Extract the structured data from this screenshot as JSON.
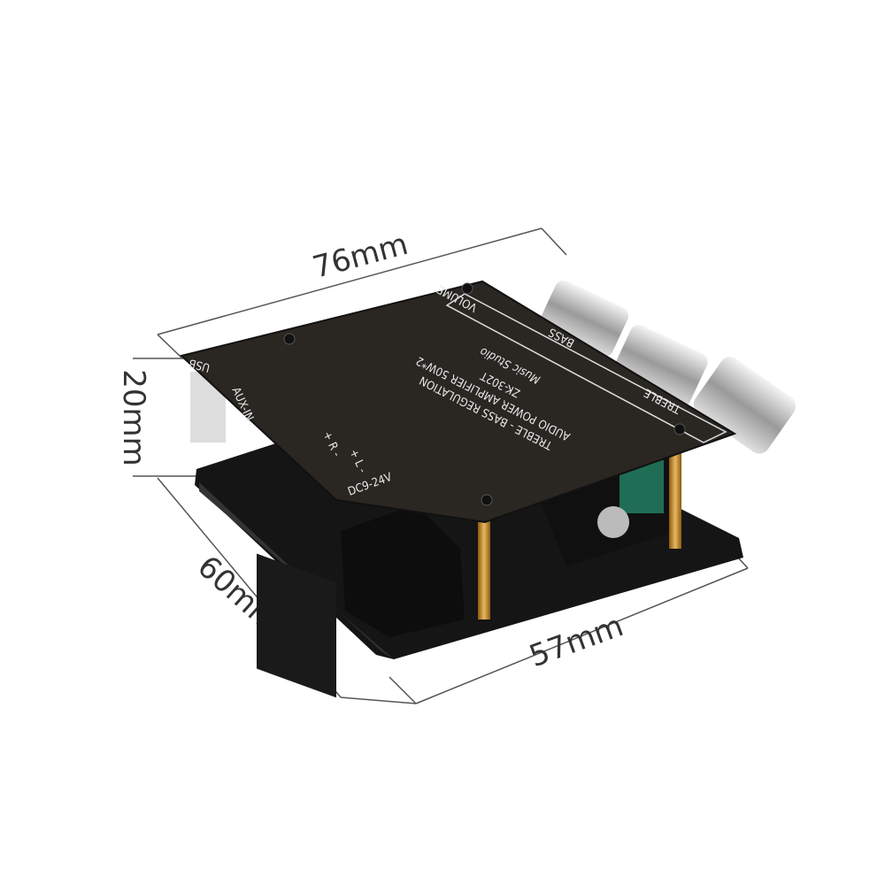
{
  "dimensions": {
    "length": "76mm",
    "height": "20mm",
    "depth": "60mm",
    "width": "57mm"
  },
  "board": {
    "title_line1": "TREBLE - BASS REGULATION",
    "title_line2": "AUDIO POWER AMPLIFIER 50W*2",
    "model": "ZK-302T",
    "logo": "Music Studio",
    "knob_labels": [
      "VOLUME",
      "BASS",
      "TREBLE"
    ],
    "power_label": "DC9-24V",
    "speaker_labels": [
      "+ R -",
      "+ L -"
    ],
    "input_labels": [
      "USB",
      "AUX-IN"
    ]
  },
  "colors": {
    "plate": "#2a2622",
    "pcb": "#151515",
    "knob": "#c8c8c8",
    "dimension_line": "#555555"
  }
}
